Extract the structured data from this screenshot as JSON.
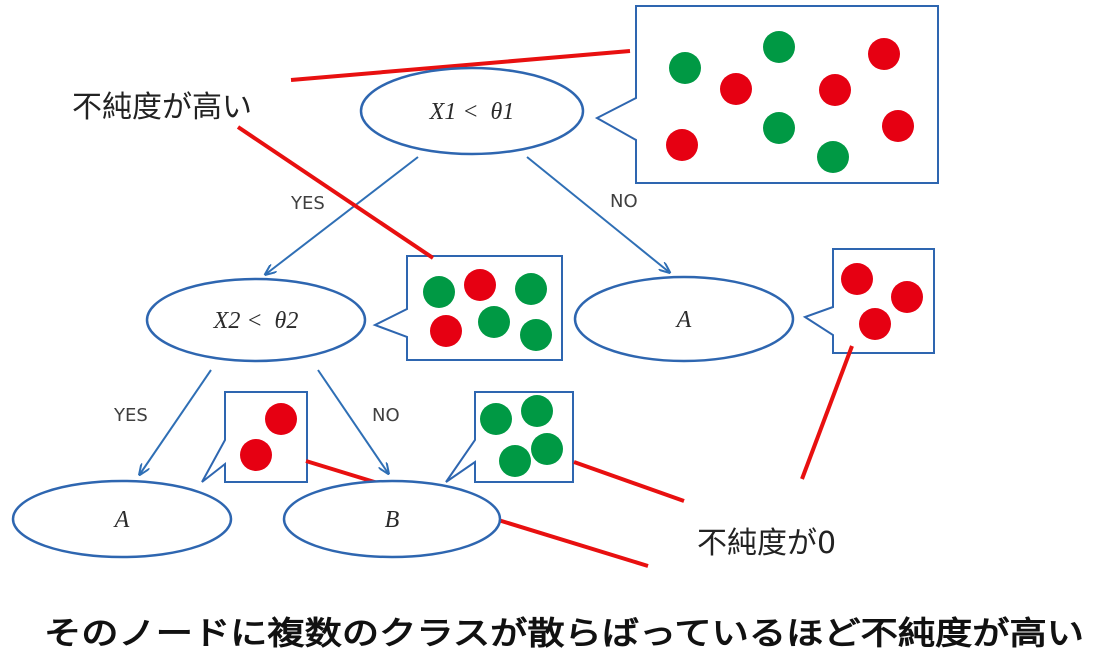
{
  "colors": {
    "node_stroke": "#2e66b0",
    "arrow": "#2f6fb5",
    "callout_line": "#e81010",
    "class_red": "#e60012",
    "class_green": "#009944"
  },
  "nodes": {
    "root": "X1 <  θ1",
    "left": "X2 <  θ2",
    "right": "A",
    "left_left": "A",
    "left_right": "B"
  },
  "edges": {
    "root_yes": "YES",
    "root_no": "NO",
    "left_yes": "YES",
    "left_no": "NO"
  },
  "annotations": {
    "high_impurity": "不純度が高い",
    "zero_impurity": "不純度が0",
    "summary": "そのノードに複数のクラスが散らばっているほど不純度が高い"
  },
  "samples": {
    "root": {
      "red": 5,
      "green": 4
    },
    "left": {
      "red": 2,
      "green": 4
    },
    "right": {
      "red": 3,
      "green": 0
    },
    "left_left": {
      "red": 2,
      "green": 0
    },
    "left_right": {
      "red": 0,
      "green": 4
    }
  }
}
